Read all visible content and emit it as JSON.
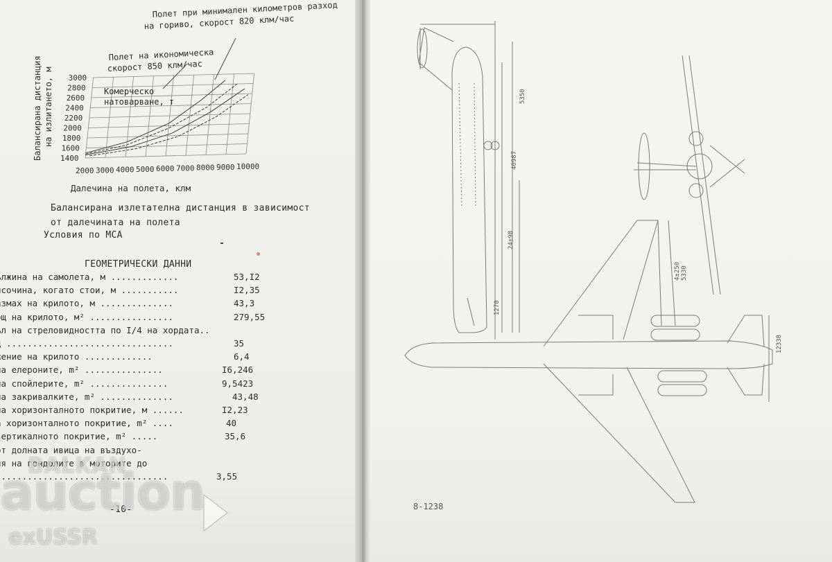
{
  "left_page": {
    "chart": {
      "annotation_min_fuel": [
        "Полет при минимален километров разход",
        "на гориво, скорост 820 клм/час"
      ],
      "annotation_economy": [
        "Полет на икономическа",
        "скорост 850 клм/час"
      ],
      "annotation_payload": [
        "Комерческо",
        "натоварване, т"
      ],
      "ylabel_lines": [
        "Балансирана дистанция",
        "на излитането, м"
      ],
      "xlabel": "Далечина на полета, клм",
      "x_ticks": [
        "2000",
        "3000",
        "4000",
        "5000",
        "6000",
        "7000",
        "8000",
        "9000",
        "10000"
      ],
      "y_ticks": [
        "3000",
        "2800",
        "2600",
        "2400",
        "2200",
        "2000",
        "1800",
        "1600",
        "1400"
      ]
    },
    "chart_data": {
      "type": "line",
      "xlabel": "Далечина на полета, клм",
      "ylabel": "Балансирана дистанция на излитането, м",
      "xlim": [
        2000,
        10000
      ],
      "ylim": [
        1400,
        3000
      ],
      "grid": true,
      "series": [
        {
          "x": [
            2000,
            4000,
            6000,
            7500,
            8600
          ],
          "y": [
            1500,
            1700,
            2050,
            2500,
            2880
          ]
        },
        {
          "x": [
            2000,
            4000,
            6000,
            7800,
            9200
          ],
          "y": [
            1480,
            1640,
            1950,
            2350,
            2800
          ]
        },
        {
          "x": [
            2000,
            4200,
            6200,
            8000,
            9600
          ],
          "y": [
            1460,
            1600,
            1850,
            2250,
            2700
          ]
        },
        {
          "x": [
            2200,
            4500,
            6500,
            8300,
            9800
          ],
          "y": [
            1440,
            1560,
            1780,
            2150,
            2580
          ]
        }
      ]
    },
    "caption_lines": [
      "Балансирана излетателна дистанция в зависимост",
      "от далечината на полета",
      "Условия по МСА"
    ],
    "geometry_title": "ГЕОМЕТРИЧЕСКИ ДАННИ",
    "geometry_rows": [
      {
        "label": "ължина на самолета, м .............",
        "value": "53,I2"
      },
      {
        "label": "исочина, когато стои, м ...........",
        "value": "I2,35"
      },
      {
        "label": "азмах на крилото, м ..............",
        "value": "43,3"
      },
      {
        "label": "ощ на крилото, м² ................",
        "value": "279,55"
      },
      {
        "label": "ъл на стреловидността по I/4 на хордата..",
        "value": ""
      },
      {
        "label": "д ................................",
        "value": "35"
      },
      {
        "label": "жение на крилото .............",
        "value": "6,4"
      },
      {
        "label": "на елероните, m² ...............",
        "value": "I6,246"
      },
      {
        "label": "на спойлерите, m² ...............",
        "value": "9,5423"
      },
      {
        "label": "на закривалките, m² ..............",
        "value": "43,48"
      },
      {
        "label": " на хоризонталното покритие, м ......",
        "value": "I2,23"
      },
      {
        "label": "а хоризонталното покритие, m² ....",
        "value": "40"
      },
      {
        "label": " вертикалното покритие, m² .....",
        "value": "35,6"
      },
      {
        "label": " от долната ивица на въздухо-",
        "value": ""
      },
      {
        "label": "ля на гондолите в моторите до",
        "value": ""
      },
      {
        "label": ".................................",
        "value": "3,55"
      }
    ],
    "page_number": "-10-"
  },
  "right_page": {
    "figure_code": "8-1238",
    "dimension_labels": [
      "5350",
      "24±98",
      "40987",
      "1270",
      "4±250",
      "5330",
      "12338"
    ]
  },
  "watermark": {
    "line1": "BALKAN",
    "line2": "auction",
    "line3": "exUSSR"
  }
}
